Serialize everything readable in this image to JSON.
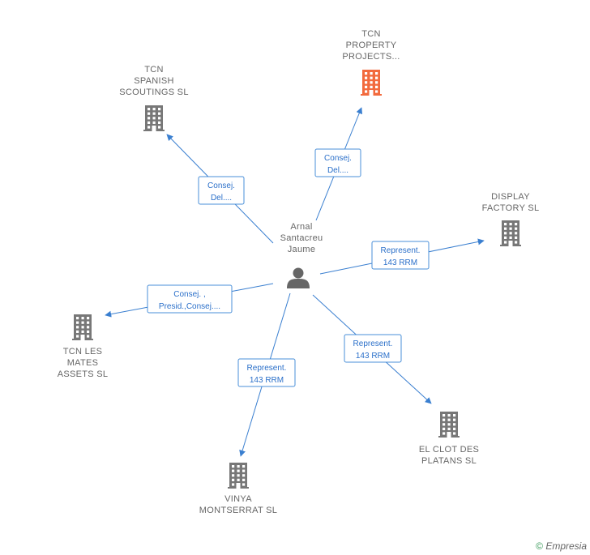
{
  "center": {
    "label": [
      "Arnal",
      "Santacreu",
      "Jaume"
    ],
    "icon": "person-icon"
  },
  "nodes": [
    {
      "id": "tcn-property",
      "label": [
        "TCN",
        "PROPERTY",
        "PROJECTS..."
      ],
      "highlight": true,
      "icon": "building-icon"
    },
    {
      "id": "tcn-spanish",
      "label": [
        "TCN",
        "SPANISH",
        "SCOUTINGS SL"
      ],
      "highlight": false,
      "icon": "building-icon"
    },
    {
      "id": "display-factory",
      "label": [
        "DISPLAY",
        "FACTORY SL"
      ],
      "highlight": false,
      "icon": "building-icon"
    },
    {
      "id": "tcn-les-mates",
      "label": [
        "TCN LES",
        "MATES",
        "ASSETS SL"
      ],
      "highlight": false,
      "icon": "building-icon"
    },
    {
      "id": "vinya-montserrat",
      "label": [
        "VINYA",
        "MONTSERRAT SL"
      ],
      "highlight": false,
      "icon": "building-icon"
    },
    {
      "id": "el-clot",
      "label": [
        "EL CLOT DES",
        "PLATANS SL"
      ],
      "highlight": false,
      "icon": "building-icon"
    }
  ],
  "edges": [
    {
      "target": "tcn-property",
      "label": [
        "Consej.",
        "Del...."
      ]
    },
    {
      "target": "tcn-spanish",
      "label": [
        "Consej.",
        "Del...."
      ]
    },
    {
      "target": "display-factory",
      "label": [
        "Represent.",
        "143 RRM"
      ]
    },
    {
      "target": "tcn-les-mates",
      "label": [
        "Consej. ,",
        "Presid.,Consej...."
      ]
    },
    {
      "target": "vinya-montserrat",
      "label": [
        "Represent.",
        "143 RRM"
      ]
    },
    {
      "target": "el-clot",
      "label": [
        "Represent.",
        "143 RRM"
      ]
    }
  ],
  "colors": {
    "building": "#777777",
    "highlight": "#f26a3d",
    "person": "#666666",
    "edge": "#3a7fd0"
  },
  "watermark": {
    "symbol": "©",
    "brand": "Empresia"
  }
}
